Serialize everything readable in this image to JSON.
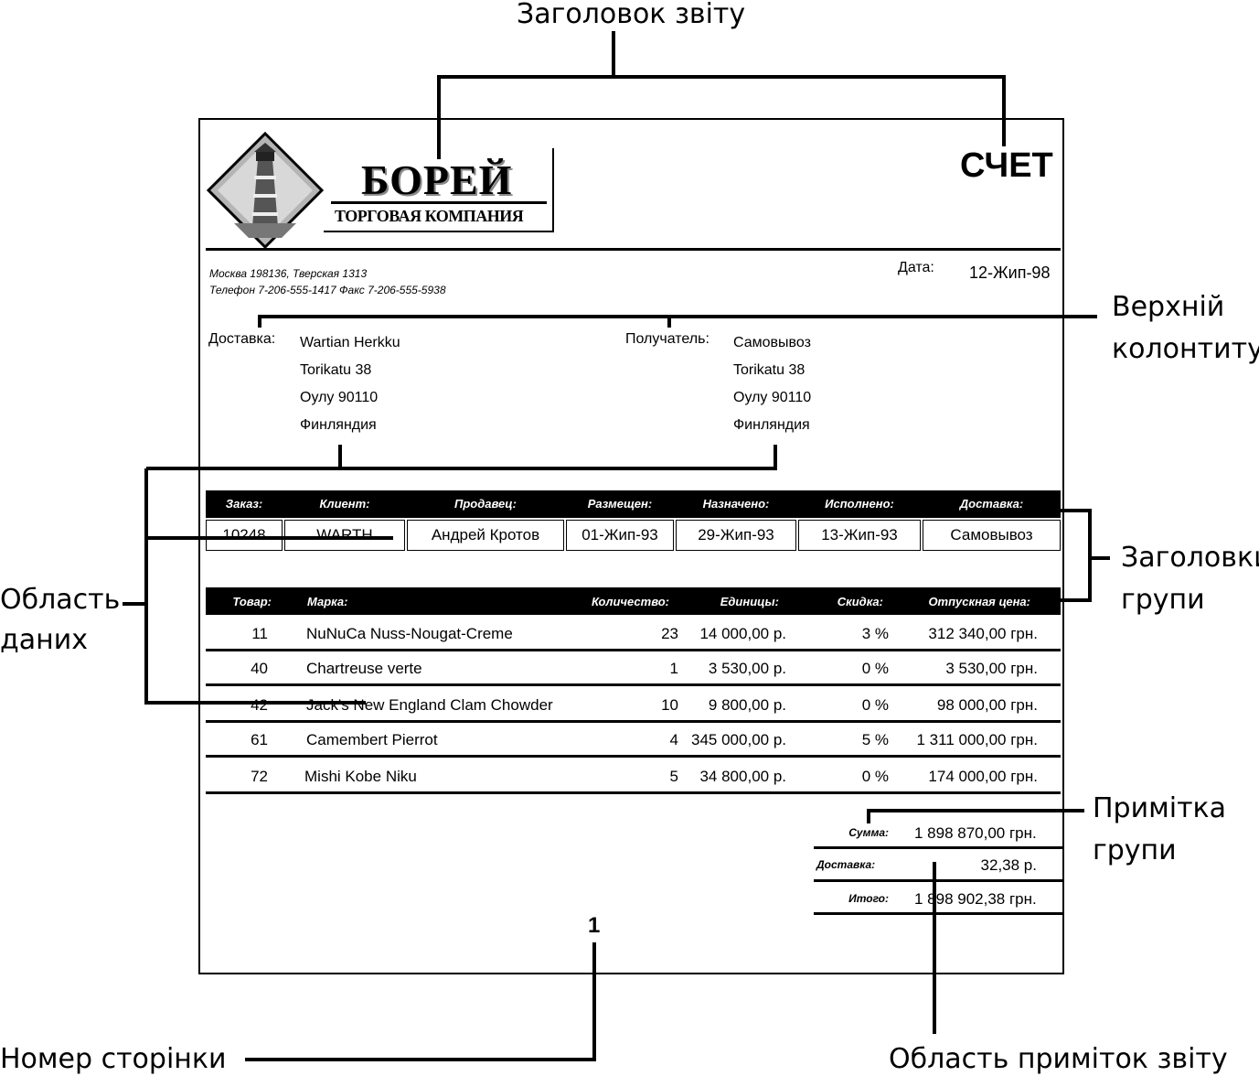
{
  "callouts": {
    "report_header": "Заголовок звіту",
    "page_header_1": "Верхній",
    "page_header_2": "колонтитул",
    "data_area_1": "Область",
    "data_area_2": "даних",
    "group_headers_1": "Заголовки",
    "group_headers_2": "групи",
    "group_footer_1": "Примітка",
    "group_footer_2": "групи",
    "page_number": "Номер сторінки",
    "report_footer": "Область приміток звіту"
  },
  "report": {
    "logo_title": "БОРЕЙ",
    "logo_subtitle": "ТОРГОВАЯ КОМПАНИЯ",
    "title": "СЧЕТ",
    "address_line1": "Москва 198136, Тверская 1313",
    "address_line2": "Телефон 7-206-555-1417  Факс 7-206-555-5938",
    "date_label": "Дата:",
    "date_value": "12-Жип-98",
    "ship_label": "Доставка:",
    "ship_lines": [
      "Wartian Herkku",
      "Torikatu 38",
      "Оулу 90110",
      "Финляндия"
    ],
    "recipient_label": "Получатель:",
    "recipient_lines": [
      "Самовывоз",
      "Torikatu 38",
      "Оулу 90110",
      "Финляндия"
    ],
    "order_headers": [
      "Заказ:",
      "Клиент:",
      "Продавец:",
      "Размещен:",
      "Назначено:",
      "Исполнено:",
      "Доставка:"
    ],
    "order_values": [
      "10248",
      "WARTH",
      "Андрей Кротов",
      "01-Жип-93",
      "29-Жип-93",
      "13-Жип-93",
      "Самовывоз"
    ],
    "item_headers": [
      "Товар:",
      "Марка:",
      "Количество:",
      "Единицы:",
      "Скидка:",
      "Отпускная цена:"
    ],
    "items": [
      [
        "11",
        "NuNuCa Nuss-Nougat-Creme",
        "23",
        "14 000,00 р.",
        "3 %",
        "312 340,00 грн."
      ],
      [
        "40",
        "Chartreuse verte",
        "1",
        "3 530,00 р.",
        "0 %",
        "3 530,00 грн."
      ],
      [
        "42",
        "Jack's New England Clam Chowder",
        "10",
        "9 800,00 р.",
        "0 %",
        "98 000,00 грн."
      ],
      [
        "61",
        "Camembert Pierrot",
        "4",
        "345 000,00 р.",
        "5 %",
        "1 311 000,00 грн."
      ],
      [
        "72",
        "Mishi Kobe Niku",
        "5",
        "34 800,00 р.",
        "0 %",
        "174 000,00 грн."
      ]
    ],
    "subtotal_label": "Сумма:",
    "subtotal_value": "1 898 870,00 грн.",
    "freight_label": "Доставка:",
    "freight_value": "32,38 р.",
    "total_label": "Итого:",
    "total_value": "1 898 902,38 грн.",
    "page_number": "1"
  },
  "colors": {
    "ink": "#000000",
    "paper": "#ffffff",
    "logo_gray": "#9a9a9a"
  }
}
